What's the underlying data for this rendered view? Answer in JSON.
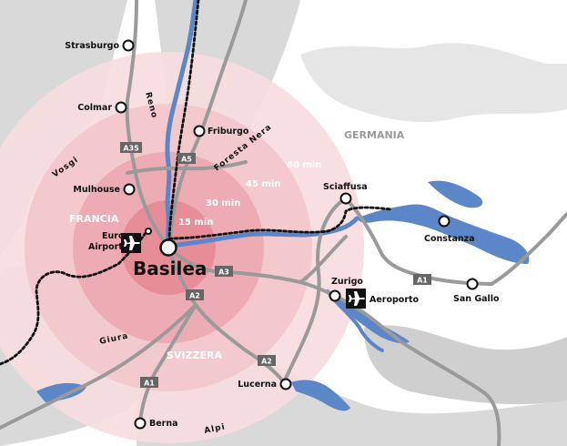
{
  "colors": {
    "background": "#ffffff",
    "terrain": "#d9d9d9",
    "ring_60": "#f7dcdf",
    "ring_45": "#f2c6cb",
    "ring_30": "#eca9b0",
    "ring_15": "#e58a93",
    "water": "#5b86c8",
    "road": "#9a9a9a",
    "border": "#111111",
    "country_label": "#ffffff",
    "germania_label": "#9a9a9a"
  },
  "city": {
    "main": "Basilea"
  },
  "cities": {
    "strasburgo": "Strasburgo",
    "colmar": "Colmar",
    "mulhouse": "Mulhouse",
    "friburgo": "Friburgo",
    "sciaffusa": "Sciaffusa",
    "constanza": "Constanza",
    "zurigo": "Zurigo",
    "san_gallo": "San Gallo",
    "lucerna": "Lucerna",
    "berna": "Berna"
  },
  "airports": {
    "euro_line1": "Euro",
    "euro_line2": "Airport",
    "zurich": "Aeroporto"
  },
  "countries": {
    "francia": "FRANCIA",
    "germania": "GERMANIA",
    "svizzera": "SVIZZERA"
  },
  "rings": {
    "r15": "15 min",
    "r30": "30 min",
    "r45": "45 min",
    "r60": "60 min"
  },
  "features": {
    "reno": "Reno",
    "foresta_nera": "Foresta Nera",
    "vosgi": "Vosgi",
    "giura": "Giura",
    "alpi": "Alpi"
  },
  "roads": {
    "a35": "A35",
    "a5": "A5",
    "a3": "A3",
    "a2_north": "A2",
    "a2_south": "A2",
    "a1_south": "A1",
    "a1_east": "A1"
  }
}
